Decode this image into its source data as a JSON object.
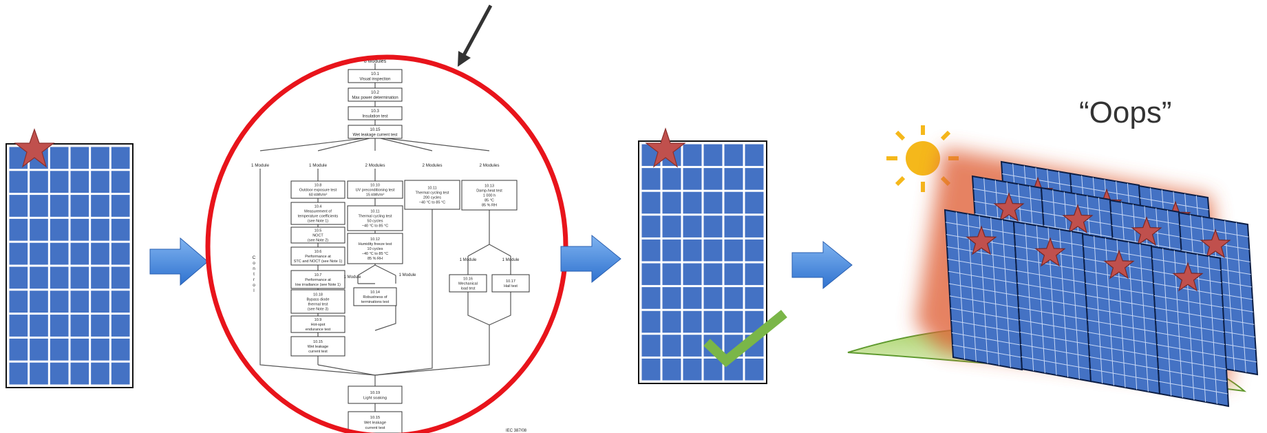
{
  "flowchart": {
    "top_label": "8 Modules",
    "main": [
      {
        "id": "10.1",
        "name": "Visual inspection"
      },
      {
        "id": "10.2",
        "name": "Max power determination"
      },
      {
        "id": "10.3",
        "name": "Insulation test"
      },
      {
        "id": "10.15",
        "name": "Wet leakage current test"
      }
    ],
    "branch_labels": [
      "1 Module",
      "1 Module",
      "2 Modules",
      "2 Modules",
      "2 Modules"
    ],
    "col1": [
      {
        "id": "10.8",
        "name": "Outdoor exposure test\n60 kWh/m²"
      },
      {
        "id": "10.4",
        "name": "Measurement of\ntemperature coefficients\n(see Note 1)"
      },
      {
        "id": "10.5",
        "name": "NOCT\n(see Note 2)"
      },
      {
        "id": "10.6",
        "name": "Performance at\nSTC and NOCT (see Note 1)"
      },
      {
        "id": "10.7",
        "name": "Performance at\nlow irradiance (see Note 1)"
      },
      {
        "id": "10.18",
        "name": "Bypass diode\nthermal test\n(see Note 3)"
      },
      {
        "id": "10.9",
        "name": "Hot-spot\nendurance test"
      },
      {
        "id": "10.15",
        "name": "Wet leakage\ncurrent test"
      }
    ],
    "col2": [
      {
        "id": "10.10",
        "name": "UV preconditioning test\n15 kWh/m²"
      },
      {
        "id": "10.11",
        "name": "Thermal cycling test\n50 cycles\n−40 °C to 85 °C"
      },
      {
        "id": "10.12",
        "name": "Humidity freeze test\n10 cycles\n−40 °C to 85 °C\n85 % RH"
      }
    ],
    "col2_sub_labels": [
      "1 Module",
      "1 Module"
    ],
    "col2_sub": {
      "id": "10.14",
      "name": "Robustness of\nterminations test"
    },
    "col3": {
      "id": "10.11",
      "name": "Thermal cycling test\n200 cycles\n−40 °C to 85 °C"
    },
    "col4": {
      "id": "10.13",
      "name": "Damp-heat test\n1 000 h\n85 °C\n85 % RH"
    },
    "col4_sub_labels": [
      "1 Module",
      "1 Module"
    ],
    "col4_sub": [
      {
        "id": "10.16",
        "name": "Mechanical\nload test"
      },
      {
        "id": "10.17",
        "name": "Hail test"
      }
    ],
    "control_label": "C\no\nn\nt\nr\no\nl",
    "bottom": [
      {
        "id": "10.19",
        "name": "Light soaking"
      },
      {
        "id": "10.15",
        "name": "Wet leakage\ncurrent test"
      }
    ],
    "footer_code": "IEC  387/08"
  },
  "caption": "“Oops”",
  "icons": [
    "star-icon",
    "right-arrow-icon",
    "checkmark-icon",
    "sun-icon"
  ],
  "colors": {
    "cell": "#4472c4",
    "star": "#c0504d",
    "arrow": "#4f8fe0",
    "ellipse": "#e8141b",
    "check": "#7ab648",
    "sun": "#f5b81b",
    "glow": "#e0643a",
    "ground": "#8fc44f"
  }
}
